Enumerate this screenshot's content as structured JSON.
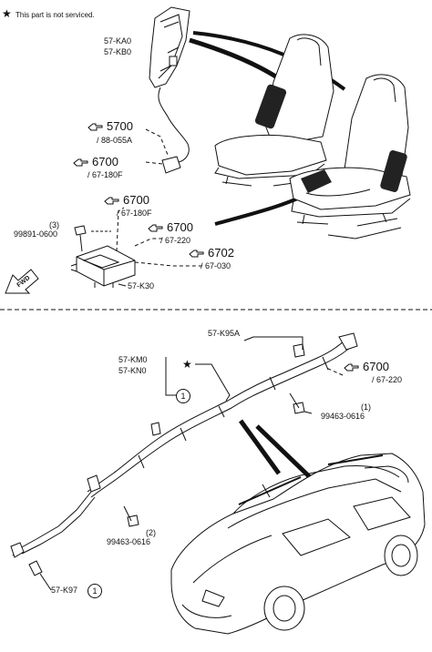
{
  "legend": {
    "symbol": "★",
    "text": "This part is not serviced."
  },
  "top": {
    "airbag_codes": [
      "57-KA0",
      "57-KB0"
    ],
    "refs": [
      {
        "num": "5700",
        "sub": "/ 88-055A"
      },
      {
        "num": "6700",
        "sub": "/ 67-180F"
      },
      {
        "num": "6700",
        "sub": "/ 67-180F"
      },
      {
        "num": "6700",
        "sub": "/ 67-220"
      },
      {
        "num": "6702",
        "sub": "/ 67-030"
      }
    ],
    "bolt_qty": "(3)",
    "bolt_code": "99891-0600",
    "sdm_code": "57-K30",
    "fwd": "FWD"
  },
  "bottom": {
    "codes": {
      "k95a": "57-K95A",
      "km0": "57-KM0",
      "kn0": "57-KN0",
      "k97": "57-K97"
    },
    "ref": {
      "num": "6700",
      "sub": "/ 67-220"
    },
    "bolt1": {
      "qty": "(1)",
      "code": "99463-0616"
    },
    "bolt2": {
      "qty": "(2)",
      "code": "99463-0616"
    },
    "circle_number": "1"
  }
}
